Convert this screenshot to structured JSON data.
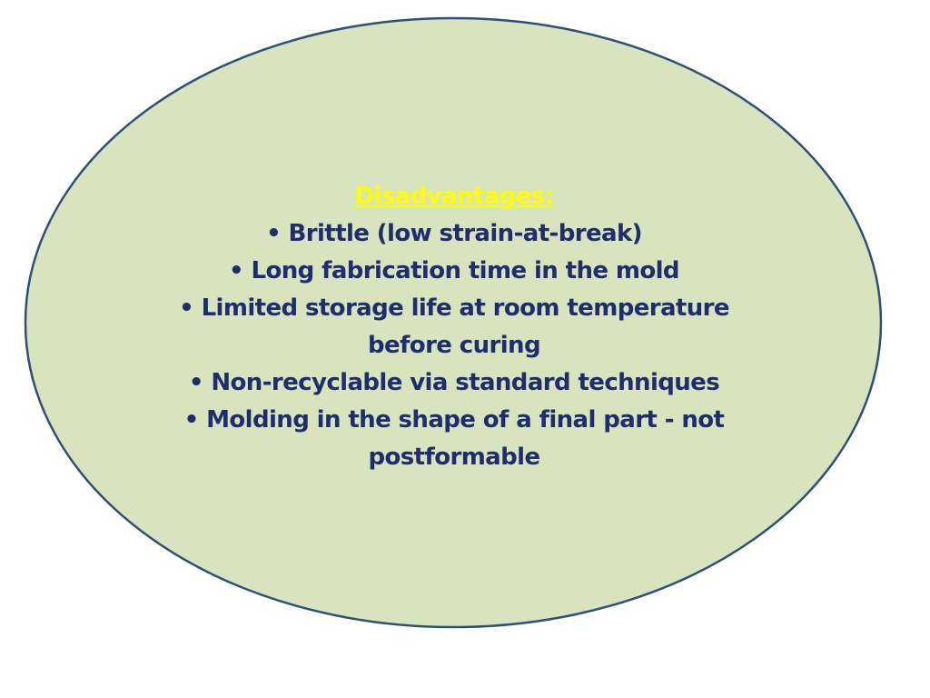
{
  "shape": {
    "fill": "#d7e4bd",
    "stroke": "#2e4f7a"
  },
  "heading": "Disadvantages:",
  "lines": [
    "• Brittle (low strain-at-break)",
    "• Long fabrication time in the mold",
    "• Limited storage life at room temperature",
    "before curing",
    "• Non-recyclable via standard techniques",
    "• Molding in the shape of a final part - not",
    "postformable"
  ]
}
